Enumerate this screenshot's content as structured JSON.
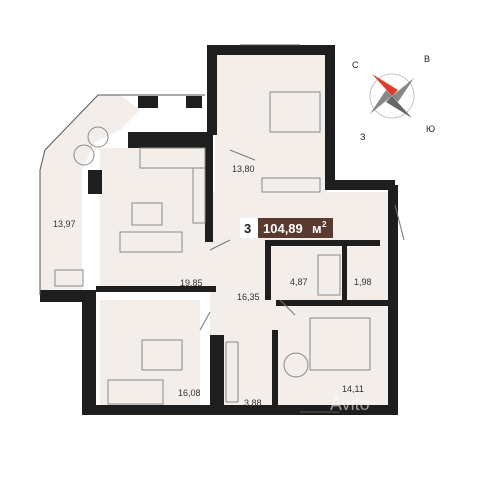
{
  "apartment": {
    "rooms_count": "3",
    "total_area": "104,89",
    "area_unit": "м",
    "area_unit_power": "2"
  },
  "rooms": [
    {
      "id": "bedroom-top",
      "area": "13,80"
    },
    {
      "id": "loggia",
      "area": "13,97"
    },
    {
      "id": "kitchen-living",
      "area": "19,85"
    },
    {
      "id": "hall",
      "area": "16,35"
    },
    {
      "id": "bathroom",
      "area": "4,87"
    },
    {
      "id": "toilet",
      "area": "1,98"
    },
    {
      "id": "bedroom-left",
      "area": "16,08"
    },
    {
      "id": "closet",
      "area": "3,88"
    },
    {
      "id": "bedroom-right",
      "area": "14,11"
    }
  ],
  "compass": {
    "north": "С",
    "east": "В",
    "south": "Ю",
    "west": "З",
    "needle_color": "#e03b2a"
  },
  "watermark": "Avito",
  "colors": {
    "wall": "#1e1e1e",
    "room_fill": "#f3eeea",
    "badge_bg": "#5a3a2f",
    "furniture": "#8a8a8a"
  }
}
